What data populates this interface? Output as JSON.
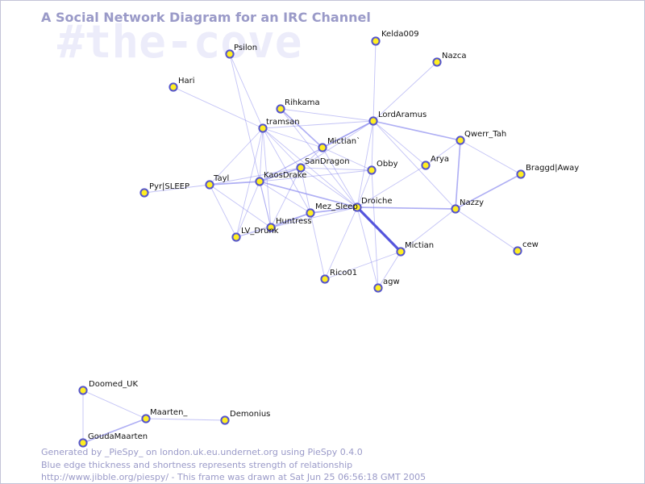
{
  "title": "A Social Network Diagram for an IRC Channel",
  "channel": "#the-cove",
  "footer": {
    "line1": "Generated by _PieSpy_ on london.uk.eu.undernet.org using PieSpy 0.4.0",
    "line2": "Blue edge thickness and shortness represents strength of relationship",
    "line3": "http://www.jibble.org/piespy/ - This frame was drawn at Sat Jun 25 06:56:18 GMT 2005"
  },
  "colors": {
    "node_fill": "#ffee22",
    "node_stroke": "#5555cc",
    "edge": "#8888ee",
    "title": "#9a9ac8",
    "channel_watermark": "#ececfa"
  },
  "nodes": [
    {
      "id": "kelda009",
      "label": "Kelda009"
    },
    {
      "id": "nazca",
      "label": "Nazca"
    },
    {
      "id": "psilon",
      "label": "Psilon"
    },
    {
      "id": "hari",
      "label": "Hari"
    },
    {
      "id": "rihkama",
      "label": "Rihkama"
    },
    {
      "id": "lordaramus",
      "label": "LordAramus"
    },
    {
      "id": "tramsan",
      "label": "tramsan"
    },
    {
      "id": "mictian_b",
      "label": "Mictian`"
    },
    {
      "id": "qwerr",
      "label": "Qwerr_Tah"
    },
    {
      "id": "sandragon",
      "label": "SanDragon"
    },
    {
      "id": "obby",
      "label": "Obby"
    },
    {
      "id": "arya",
      "label": "Arya"
    },
    {
      "id": "bragg",
      "label": "Braggd|Away"
    },
    {
      "id": "tayl",
      "label": "Tayl"
    },
    {
      "id": "kaosdrake",
      "label": "KaosDrake"
    },
    {
      "id": "pyr",
      "label": "Pyr|SLEEP"
    },
    {
      "id": "droiche",
      "label": "Droiche"
    },
    {
      "id": "nazzy",
      "label": "Nazzy"
    },
    {
      "id": "mez",
      "label": "Mez_Sleep"
    },
    {
      "id": "huntress",
      "label": "Huntress"
    },
    {
      "id": "lvdrunk",
      "label": "LV_Drunk"
    },
    {
      "id": "cew",
      "label": "cew"
    },
    {
      "id": "mictian",
      "label": "Mictian"
    },
    {
      "id": "rico",
      "label": "Rico01"
    },
    {
      "id": "agw",
      "label": "agw"
    },
    {
      "id": "doomed",
      "label": "Doomed_UK"
    },
    {
      "id": "maarten",
      "label": "Maarten_"
    },
    {
      "id": "demonius",
      "label": "Demonius"
    },
    {
      "id": "gouda",
      "label": "GoudaMaarten"
    }
  ],
  "edges": [
    {
      "a": "kelda009",
      "b": "lordaramus",
      "strength": 1
    },
    {
      "a": "nazca",
      "b": "lordaramus",
      "strength": 1
    },
    {
      "a": "psilon",
      "b": "tramsan",
      "strength": 1
    },
    {
      "a": "psilon",
      "b": "huntress",
      "strength": 1
    },
    {
      "a": "hari",
      "b": "tramsan",
      "strength": 1
    },
    {
      "a": "rihkama",
      "b": "mictian_b",
      "strength": 2
    },
    {
      "a": "rihkama",
      "b": "droiche",
      "strength": 1
    },
    {
      "a": "rihkama",
      "b": "lordaramus",
      "strength": 1
    },
    {
      "a": "tramsan",
      "b": "mictian_b",
      "strength": 1
    },
    {
      "a": "tramsan",
      "b": "sandragon",
      "strength": 1
    },
    {
      "a": "tramsan",
      "b": "kaosdrake",
      "strength": 1
    },
    {
      "a": "tramsan",
      "b": "droiche",
      "strength": 1
    },
    {
      "a": "tramsan",
      "b": "lordaramus",
      "strength": 1
    },
    {
      "a": "tramsan",
      "b": "tayl",
      "strength": 1
    },
    {
      "a": "tramsan",
      "b": "huntress",
      "strength": 1
    },
    {
      "a": "tramsan",
      "b": "lvdrunk",
      "strength": 1
    },
    {
      "a": "tramsan",
      "b": "mez",
      "strength": 1
    },
    {
      "a": "lordaramus",
      "b": "mictian_b",
      "strength": 2
    },
    {
      "a": "lordaramus",
      "b": "sandragon",
      "strength": 1
    },
    {
      "a": "lordaramus",
      "b": "obby",
      "strength": 1
    },
    {
      "a": "lordaramus",
      "b": "qwerr",
      "strength": 2
    },
    {
      "a": "lordaramus",
      "b": "arya",
      "strength": 1
    },
    {
      "a": "lordaramus",
      "b": "droiche",
      "strength": 1
    },
    {
      "a": "lordaramus",
      "b": "nazzy",
      "strength": 1
    },
    {
      "a": "lordaramus",
      "b": "kaosdrake",
      "strength": 1
    },
    {
      "a": "mictian_b",
      "b": "kaosdrake",
      "strength": 1
    },
    {
      "a": "mictian_b",
      "b": "droiche",
      "strength": 1
    },
    {
      "a": "mictian_b",
      "b": "sandragon",
      "strength": 1
    },
    {
      "a": "mictian_b",
      "b": "obby",
      "strength": 1
    },
    {
      "a": "sandragon",
      "b": "kaosdrake",
      "strength": 2
    },
    {
      "a": "sandragon",
      "b": "droiche",
      "strength": 1
    },
    {
      "a": "sandragon",
      "b": "obby",
      "strength": 1
    },
    {
      "a": "sandragon",
      "b": "huntress",
      "strength": 1
    },
    {
      "a": "sandragon",
      "b": "tayl",
      "strength": 1
    },
    {
      "a": "sandragon",
      "b": "mez",
      "strength": 1
    },
    {
      "a": "obby",
      "b": "droiche",
      "strength": 1
    },
    {
      "a": "obby",
      "b": "agw",
      "strength": 1
    },
    {
      "a": "obby",
      "b": "kaosdrake",
      "strength": 1
    },
    {
      "a": "arya",
      "b": "droiche",
      "strength": 1
    },
    {
      "a": "arya",
      "b": "qwerr",
      "strength": 1
    },
    {
      "a": "qwerr",
      "b": "nazzy",
      "strength": 2
    },
    {
      "a": "qwerr",
      "b": "bragg",
      "strength": 1
    },
    {
      "a": "bragg",
      "b": "nazzy",
      "strength": 2
    },
    {
      "a": "tayl",
      "b": "kaosdrake",
      "strength": 2
    },
    {
      "a": "tayl",
      "b": "pyr",
      "strength": 1
    },
    {
      "a": "tayl",
      "b": "lvdrunk",
      "strength": 1
    },
    {
      "a": "tayl",
      "b": "huntress",
      "strength": 1
    },
    {
      "a": "kaosdrake",
      "b": "droiche",
      "strength": 2
    },
    {
      "a": "kaosdrake",
      "b": "mez",
      "strength": 1
    },
    {
      "a": "kaosdrake",
      "b": "huntress",
      "strength": 1
    },
    {
      "a": "kaosdrake",
      "b": "lvdrunk",
      "strength": 1
    },
    {
      "a": "droiche",
      "b": "mez",
      "strength": 2
    },
    {
      "a": "droiche",
      "b": "nazzy",
      "strength": 2
    },
    {
      "a": "droiche",
      "b": "mictian",
      "strength": 4
    },
    {
      "a": "droiche",
      "b": "agw",
      "strength": 1
    },
    {
      "a": "droiche",
      "b": "huntress",
      "strength": 1
    },
    {
      "a": "droiche",
      "b": "rico",
      "strength": 1
    },
    {
      "a": "mez",
      "b": "huntress",
      "strength": 2
    },
    {
      "a": "mez",
      "b": "rico",
      "strength": 1
    },
    {
      "a": "mez",
      "b": "lvdrunk",
      "strength": 1
    },
    {
      "a": "huntress",
      "b": "lvdrunk",
      "strength": 1
    },
    {
      "a": "nazzy",
      "b": "mictian",
      "strength": 1
    },
    {
      "a": "nazzy",
      "b": "cew",
      "strength": 1
    },
    {
      "a": "mictian",
      "b": "rico",
      "strength": 1
    },
    {
      "a": "mictian",
      "b": "agw",
      "strength": 1
    },
    {
      "a": "doomed",
      "b": "maarten",
      "strength": 1
    },
    {
      "a": "doomed",
      "b": "gouda",
      "strength": 1
    },
    {
      "a": "maarten",
      "b": "demonius",
      "strength": 1
    },
    {
      "a": "maarten",
      "b": "gouda",
      "strength": 2
    }
  ]
}
